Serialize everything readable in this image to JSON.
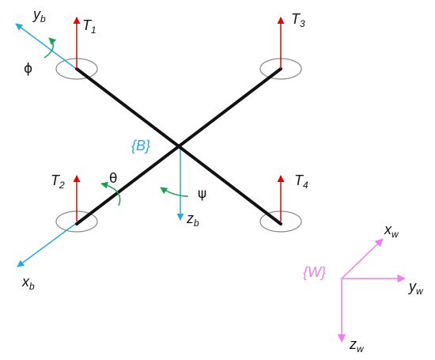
{
  "diagram": {
    "thrust_labels": [
      {
        "main": "T",
        "sub": "1"
      },
      {
        "main": "T",
        "sub": "2"
      },
      {
        "main": "T",
        "sub": "3"
      },
      {
        "main": "T",
        "sub": "4"
      }
    ],
    "body_frame": {
      "label": "{B}",
      "x_axis": {
        "main": "x",
        "sub": "b"
      },
      "y_axis": {
        "main": "y",
        "sub": "b"
      },
      "z_axis": {
        "main": "z",
        "sub": "b"
      }
    },
    "world_frame": {
      "label": "{W}",
      "x_axis": {
        "main": "x",
        "sub": "w"
      },
      "y_axis": {
        "main": "y",
        "sub": "w"
      },
      "z_axis": {
        "main": "z",
        "sub": "w"
      }
    },
    "angles": {
      "roll": "ϕ",
      "pitch": "θ",
      "yaw": "ψ"
    },
    "colors": {
      "frame_arm": "#111111",
      "thrust": "#e60000",
      "body_axes": "#29a8e0",
      "world_axes": "#f07ef0",
      "rotation": "#1aa050",
      "rotor": "#888888"
    }
  }
}
